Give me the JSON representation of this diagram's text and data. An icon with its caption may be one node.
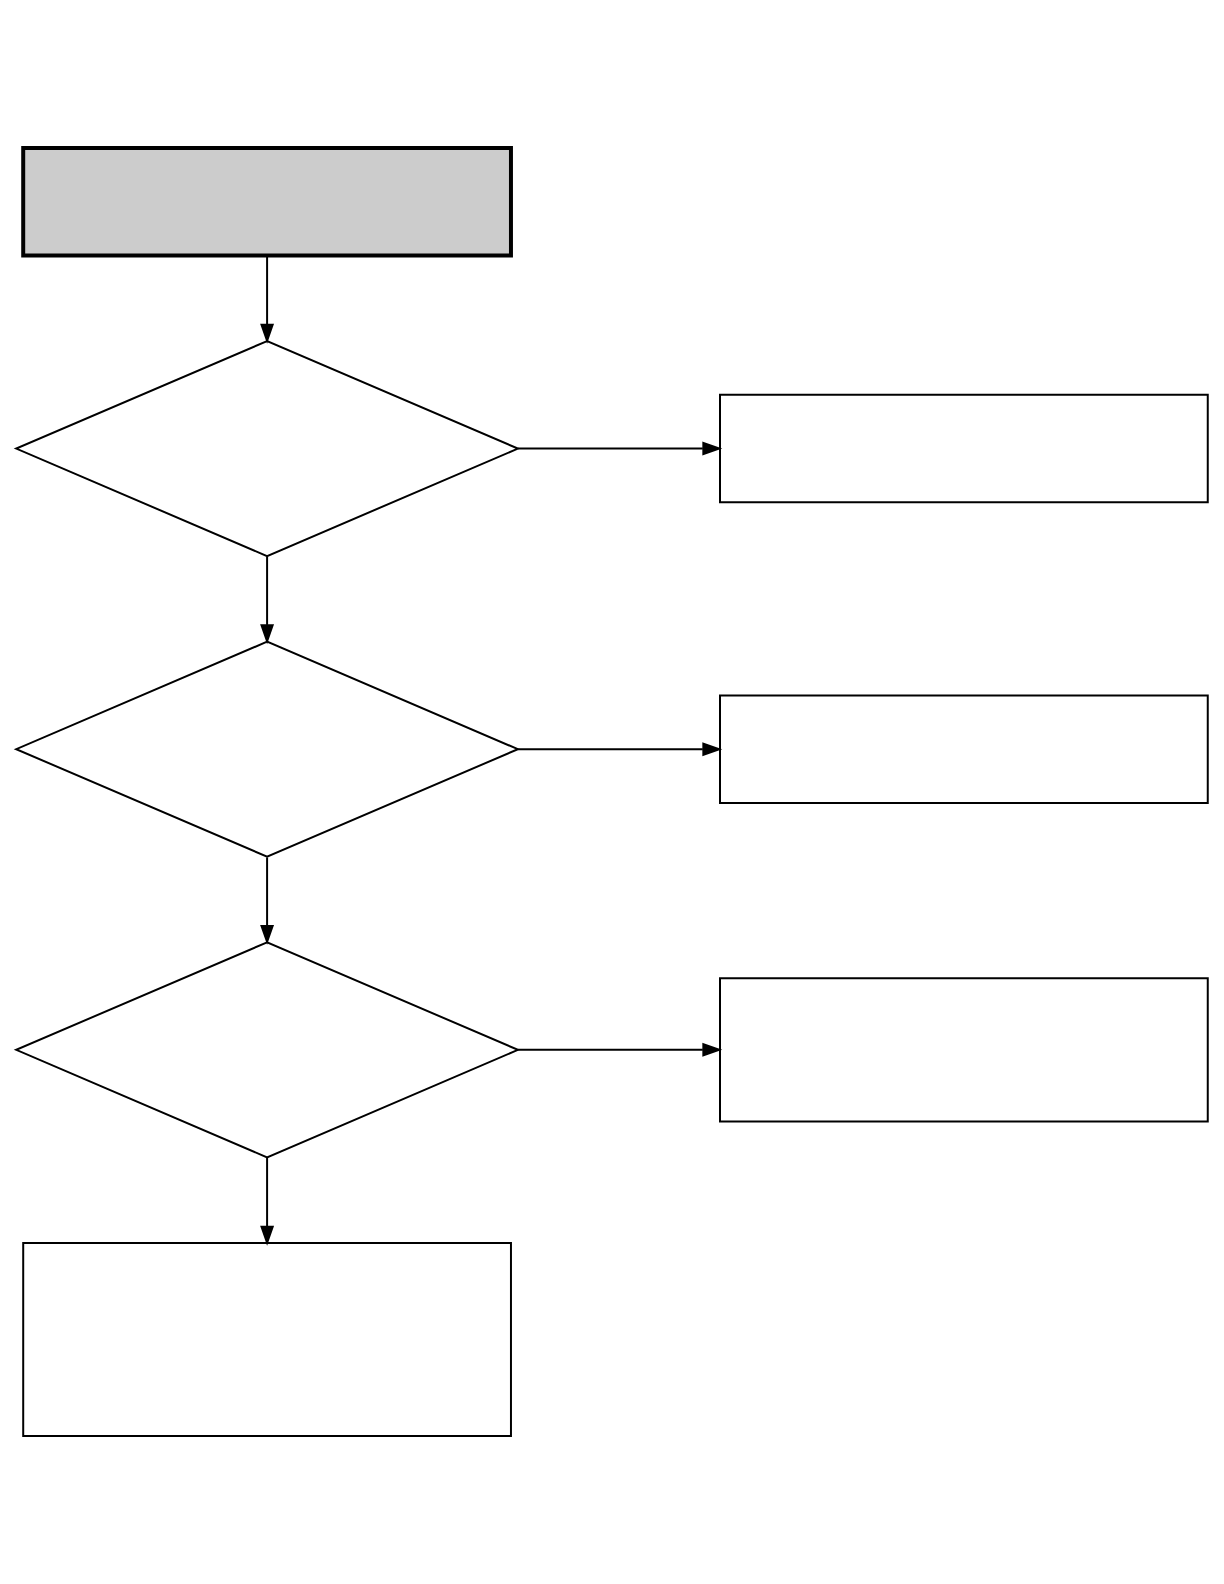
{
  "diagram": {
    "nodes": [
      {
        "text": [],
        "shape": "box"
      },
      {
        "text": [],
        "shape": "diamond"
      },
      {
        "text": [],
        "shape": "box"
      },
      {
        "text": [],
        "shape": "diamond"
      },
      {
        "text": [],
        "shape": "box"
      },
      {
        "text": [],
        "shape": "diamond"
      },
      {
        "text": [],
        "shape": "box"
      },
      {
        "text": [],
        "shape": "box"
      }
    ],
    "edges": [
      {
        "from": 0,
        "to": 1,
        "arrow": "to"
      },
      {
        "from": 1,
        "to": 2,
        "arrow": "to"
      },
      {
        "from": 1,
        "to": 3,
        "arrow": "to"
      },
      {
        "from": 3,
        "to": 4,
        "arrow": "to"
      },
      {
        "from": 3,
        "to": 5,
        "arrow": "to"
      },
      {
        "from": 5,
        "to": 6,
        "arrow": "to"
      },
      {
        "from": 5,
        "to": 7,
        "arrow": "to"
      }
    ]
  }
}
